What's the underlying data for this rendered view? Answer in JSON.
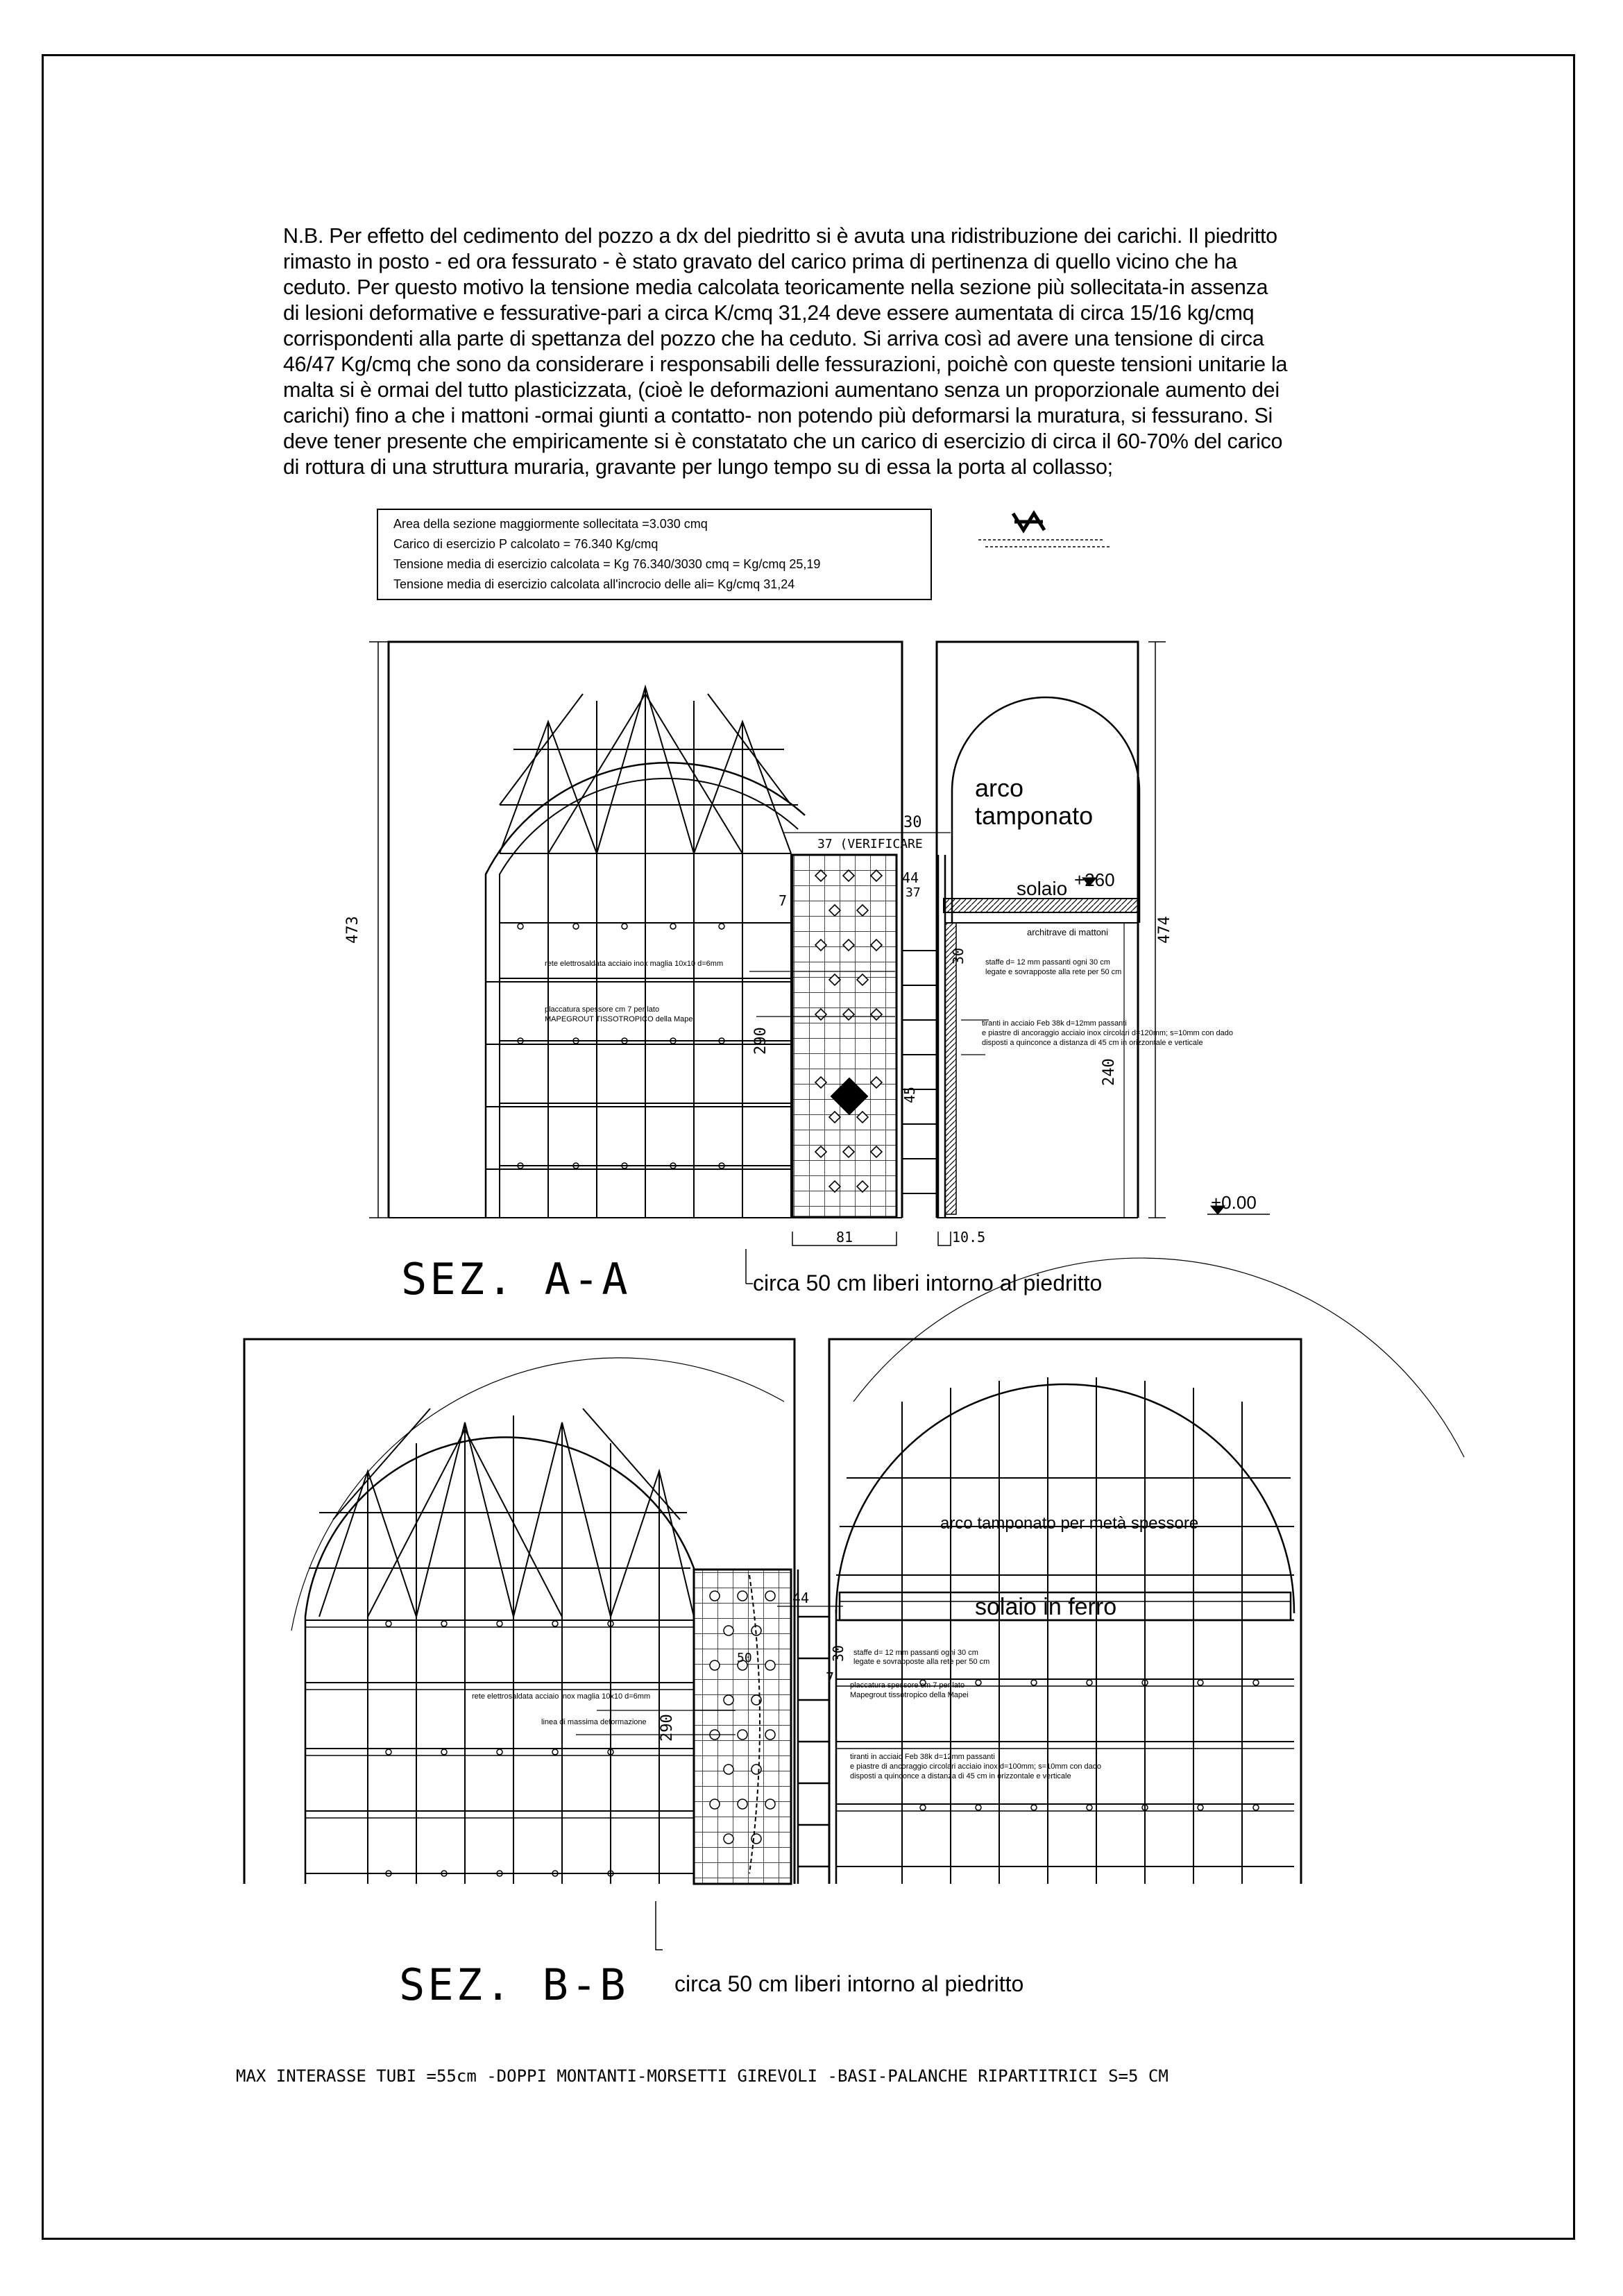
{
  "note": [
    "N.B. Per effetto del cedimento del pozzo a dx del piedritto si è avuta una ridistribuzione dei carichi.  Il piedritto",
    "rimasto in posto - ed ora fessurato - è stato gravato del carico prima di pertinenza di quello vicino che ha",
    "ceduto. Per questo motivo la tensione media calcolata teoricamente nella sezione più sollecitata-in assenza",
    "di lesioni deformative e fessurative-pari a circa K/cmq 31,24 deve essere aumentata di circa 15/16 kg/cmq",
    "corrispondenti alla parte di spettanza del pozzo che ha ceduto. Si arriva così ad avere una tensione di circa",
    "46/47 Kg/cmq che sono da considerare i responsabili delle fessurazioni, poichè con queste tensioni unitarie la",
    "malta si è ormai  del tutto plasticizzata, (cioè le deformazioni aumentano senza un proporzionale aumento dei",
    "carichi) fino a che  i mattoni -ormai giunti a contatto- non potendo più deformarsi la muratura, si fessurano. Si",
    "deve tener presente che empiricamente si è constatato che un carico di esercizio di circa il 60-70% del carico",
    "di rottura di una struttura muraria, gravante per lungo tempo su di essa la porta al collasso;"
  ],
  "calc_box": [
    "Area della sezione maggiormente sollecitata  =3.030 cmq",
    "Carico di esercizio P calcolato = 76.340 Kg/cmq",
    "Tensione  media di esercizio calcolata = Kg 76.340/3030 cmq = Kg/cmq 25,19",
    "Tensione  media di esercizio calcolata all'incrocio delle ali= Kg/cmq 31,24"
  ],
  "stamp": "stamp-logo",
  "section_aa": {
    "title": "SEZ. A-A",
    "arch_label_1": "arco",
    "arch_label_2": "tamponato",
    "solaio": "solaio",
    "level_top": "+260",
    "level_zero": "+0.00",
    "architrave": "architrave di mattoni",
    "dim_left": "473",
    "dim_right": "474",
    "dim_290": "290",
    "dim_240": "240",
    "dim_30_top": "30",
    "dim_37": "37 (VERIFICARE",
    "dim_44": "44",
    "dim_37b": "37",
    "dim_7": "7",
    "dim_30_side": "30",
    "dim_45": "45",
    "dim_81": "81",
    "dim_10_5": "10.5",
    "rete": "rete elettrosaldata acciaio inox maglia 10x10 d=6mm",
    "placcatura_1": "placcatura  spessore cm 7 per lato",
    "placcatura_2": "MAPEGROUT TISSOTROPICO della Mapei",
    "staffe_1": "staffe  d= 12 mm passanti ogni 30 cm",
    "staffe_2": "legate e sovrapposte alla rete per 50 cm",
    "tiranti_1": "tiranti in acciaio Feb 38k d=12mm passanti",
    "tiranti_2": "e piastre di ancoraggio acciaio inox circolari  d=120mm; s=10mm con dado",
    "tiranti_3": "disposti a quinconce a distanza di 45 cm in orizzontale e verticale",
    "free_space": "circa 50 cm liberi intorno al piedritto"
  },
  "section_bb": {
    "title": "SEZ. B-B",
    "arco": "arco tamponato per metà spessore",
    "solaio": "solaio in ferro",
    "dim_44": "44",
    "dim_50": "50",
    "dim_30": "30",
    "dim_7": "7",
    "dim_290": "290",
    "rete": "rete elettrosaldata acciaio inox maglia 10x10 d=6mm",
    "deformazione": "linea di massima deformazione",
    "staffe_1": "staffe  d= 12 mm passanti ogni 30 cm",
    "staffe_2": "legate e sovrapposte alla rete per 50 cm",
    "placcatura_1": "placcatura  spessore cm 7 per lato",
    "placcatura_2": "Mapegrout tissotropico della Mapei",
    "tiranti_1": "tiranti in acciaio Feb 38k d=12mm passanti",
    "tiranti_2": "e piastre di ancoraggio circolari  acciaio inox  d=100mm; s=10mm con dado",
    "tiranti_3": "disposti a quinconce a distanza di 45 cm in orizzontale e verticale",
    "free_space": "circa 50 cm liberi intorno al piedritto"
  },
  "footer": "MAX INTERASSE TUBI =55cm  -DOPPI MONTANTI-MORSETTI GIREVOLI -BASI-PALANCHE RIPARTITRICI S=5 CM"
}
